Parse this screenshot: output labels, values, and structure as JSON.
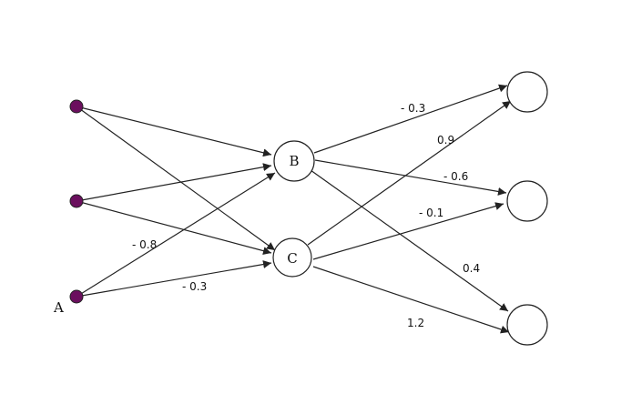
{
  "diagram": {
    "colors": {
      "input_fill": "#6b0f5e",
      "stroke": "#222222",
      "node_fill": "#ffffff"
    },
    "nodes": {
      "input_1": {
        "label": ""
      },
      "input_2": {
        "label": ""
      },
      "input_a": {
        "label": "A"
      },
      "hidden_b": {
        "label": "B"
      },
      "hidden_c": {
        "label": "C"
      },
      "output_1": {
        "label": ""
      },
      "output_2": {
        "label": ""
      },
      "output_3": {
        "label": ""
      }
    },
    "weights": {
      "a_to_b": "- 0.8",
      "a_to_c": "- 0.3",
      "b_to_out1": "- 0.3",
      "b_to_out2": "- 0.6",
      "b_to_out3": "0.4",
      "c_to_out1": "0.9",
      "c_to_out2": "- 0.1",
      "c_to_out3": "1.2"
    }
  }
}
